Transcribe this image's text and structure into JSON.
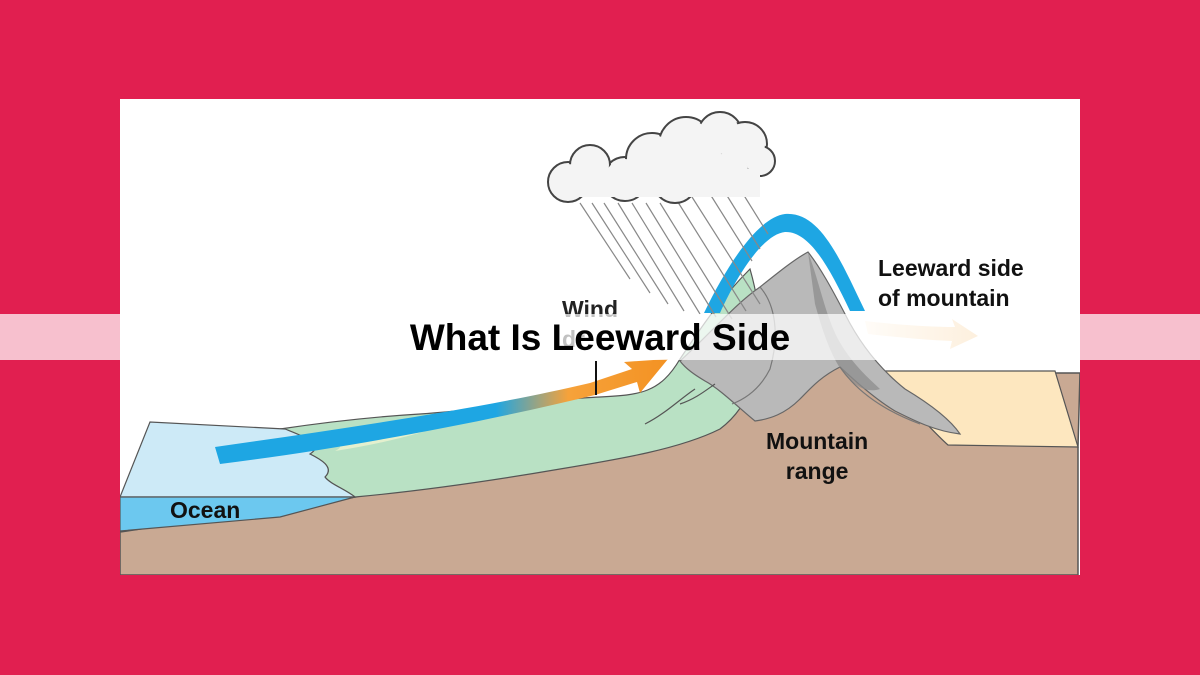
{
  "page": {
    "title": "What Is Leeward Side"
  },
  "diagram": {
    "labels": {
      "leeward_line1": "Leeward side",
      "leeward_line2": "of mountain",
      "mountain_line1": "Mountain",
      "mountain_line2": "range",
      "ocean": "Ocean",
      "wind_visible": "Wind",
      "wind_partial": "dr"
    },
    "colors": {
      "background": "#e11f50",
      "ocean": "#cdeaf7",
      "ocean_side": "#6cc8ef",
      "vegetation": "#b9e1c4",
      "dry_land": "#fde7bf",
      "earth": "#c9a993",
      "mountain": "#b9b9b9",
      "wind_cool": "#1ea6e3",
      "wind_warm": "#f6a23a",
      "cloud": "#f4f4f4"
    },
    "icons": [
      "cloud-icon",
      "rain-icon",
      "wind-arrow-icon"
    ]
  }
}
